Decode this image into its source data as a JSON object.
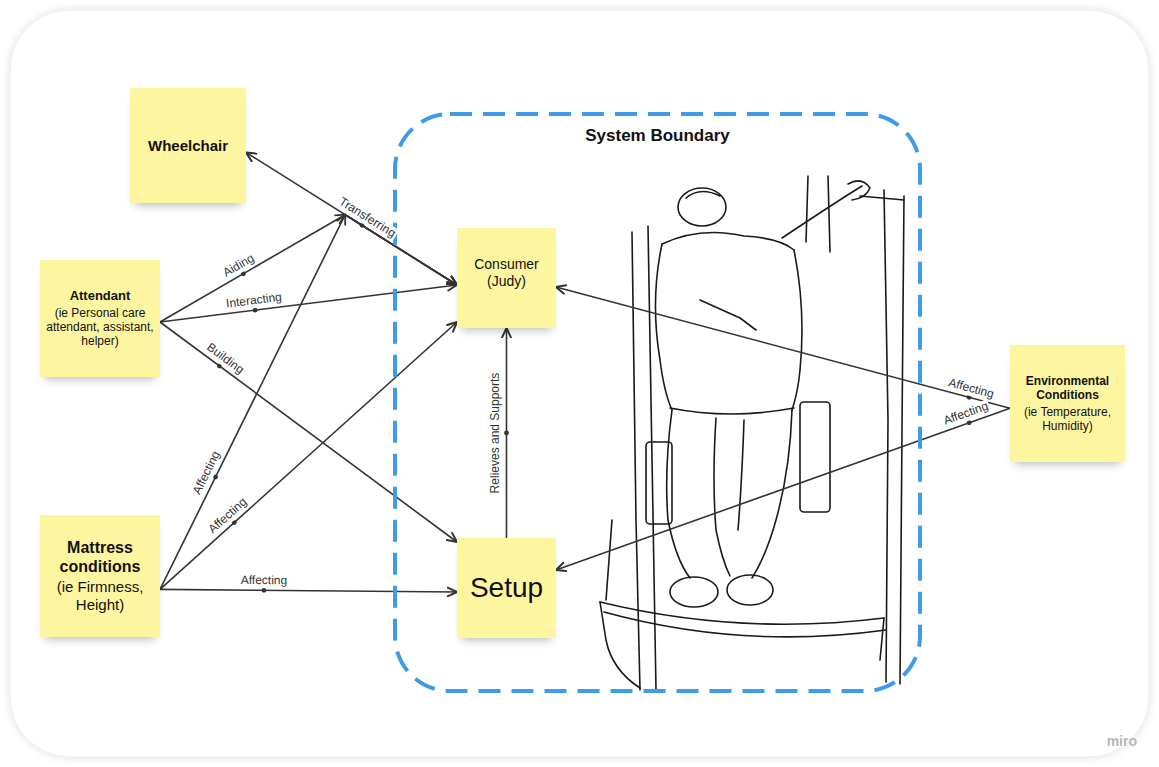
{
  "diagram": {
    "nodes": [
      {
        "text": [
          "Wheelchair"
        ]
      },
      {
        "text": [
          "Attendant",
          "(ie Personal care attendant, assistant, helper)"
        ]
      },
      {
        "text": [
          "Mattress conditions",
          "(ie Firmness, Height)"
        ]
      },
      {
        "text": [
          "System Boundary"
        ]
      },
      {
        "text": [
          "Consumer (Judy)"
        ],
        "in": 3
      },
      {
        "text": [
          "Setup"
        ],
        "in": 3
      },
      {
        "text": [
          "Environmental Conditions",
          "(ie Temperature, Humidity)"
        ]
      }
    ],
    "edges": [
      {
        "from": 0,
        "to": 4,
        "label": "Transferring",
        "arrow": "both"
      },
      {
        "from": 1,
        "to": 4,
        "label": "Aiding",
        "arrow": "to"
      },
      {
        "from": 1,
        "to": 4,
        "label": "Interacting",
        "arrow": "to"
      },
      {
        "from": 1,
        "to": 5,
        "label": "Building",
        "arrow": "to"
      },
      {
        "from": 2,
        "to": 4,
        "label": "Affecting",
        "arrow": "to"
      },
      {
        "from": 2,
        "to": 4,
        "label": "Affecting",
        "arrow": "to"
      },
      {
        "from": 2,
        "to": 5,
        "label": "Affecting",
        "arrow": "to"
      },
      {
        "from": 5,
        "to": 4,
        "label": "Relieves and Supports",
        "arrow": "to"
      },
      {
        "from": 6,
        "to": 4,
        "label": "Affecting",
        "arrow": "to"
      },
      {
        "from": 6,
        "to": 5,
        "label": "Affecting",
        "arrow": "to"
      }
    ],
    "labels": [
      "miro"
    ]
  }
}
